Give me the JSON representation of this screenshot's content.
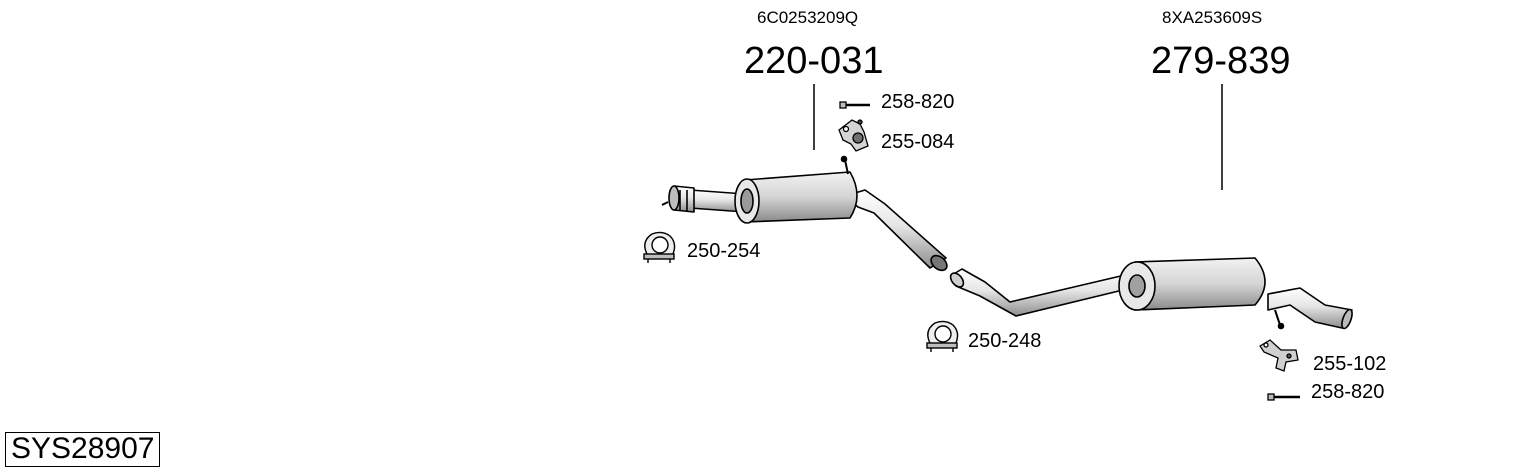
{
  "system_code": "SYS28907",
  "front_assembly": {
    "oem_number": "6C0253209Q",
    "part_number": "220-031"
  },
  "rear_assembly": {
    "oem_number": "8XA253609S",
    "part_number": "279-839"
  },
  "parts": [
    {
      "id": "front-mount-bolt",
      "number": "258-820",
      "icon": "bolt-icon"
    },
    {
      "id": "front-rubber-hanger",
      "number": "255-084",
      "icon": "rubber-hanger-icon"
    },
    {
      "id": "front-clamp",
      "number": "250-254",
      "icon": "clamp-icon"
    },
    {
      "id": "middle-clamp",
      "number": "250-248",
      "icon": "clamp-icon"
    },
    {
      "id": "rear-bracket",
      "number": "255-102",
      "icon": "bracket-icon"
    },
    {
      "id": "rear-mount-bolt",
      "number": "258-820",
      "icon": "bolt-icon"
    }
  ],
  "colors": {
    "line": "#000000",
    "fill": "#d9d9d9",
    "shade": "#9a9a9a",
    "background": "#ffffff"
  }
}
